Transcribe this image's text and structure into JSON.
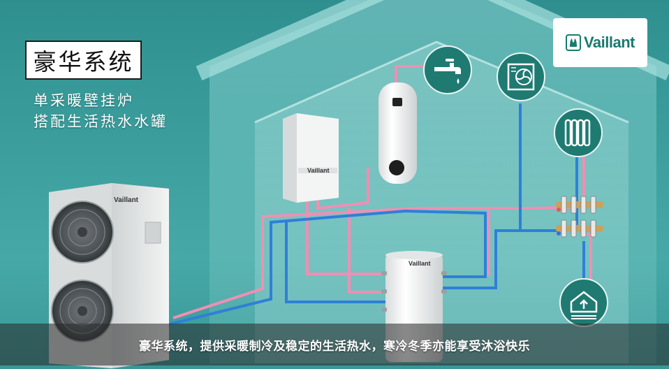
{
  "title": "豪华系统",
  "subtitle_line1": "单采暖壁挂炉",
  "subtitle_line2": "搭配生活热水水罐",
  "logo": {
    "text": "Vaillant",
    "icon": "vaillant-bunny-icon",
    "color": "#1a7a6f"
  },
  "caption": "豪华系统，提供采暖制冷及稳定的生活热水，寒冷冬季亦能享受沐浴快乐",
  "icons": [
    "water-tap-icon",
    "ventilation-fan-icon",
    "radiator-icon",
    "floor-heating-house-icon"
  ],
  "colors": {
    "background": "#3a9d9c",
    "icon_circle": "#1f7a72",
    "hot_pipe": "#f08fb4",
    "cold_pipe": "#2f7fd8",
    "caption_bar": "rgba(40,40,40,0.55)"
  },
  "equipment_brand_labels": {
    "heat_pump": "Vaillant",
    "boiler": "Vaillant",
    "buffer_tank": "Vaillant"
  }
}
